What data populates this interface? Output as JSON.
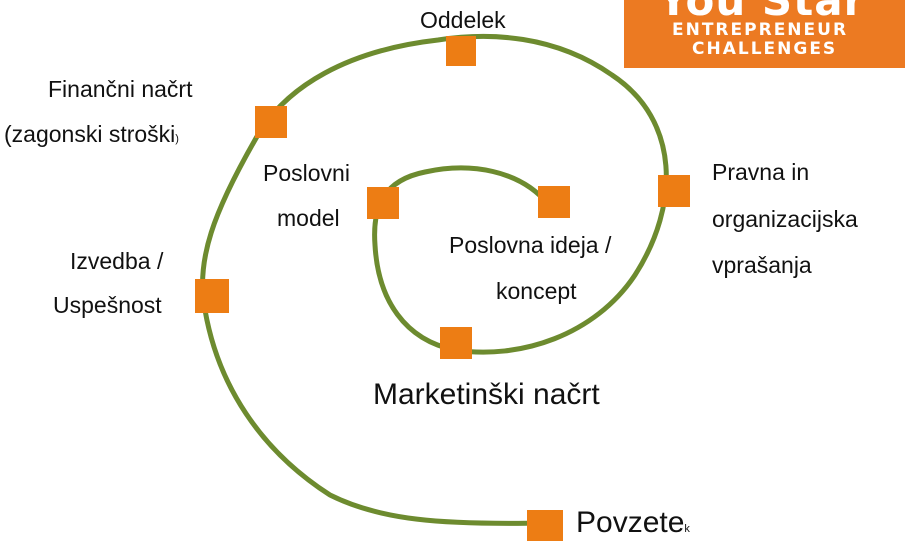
{
  "logo": {
    "top": "You Star",
    "line1": "ENTREPRENEUR",
    "line2": "CHALLENGES"
  },
  "labels": {
    "oddelek": "Oddelek",
    "financni_line1": "Finančni načrt",
    "financni_line2": "(zagonski stroški",
    "financni_suffix": ")",
    "pravna_line1": "Pravna in",
    "pravna_line2": "organizacijska",
    "pravna_line3": "vprašanja",
    "poslovni_model_line1": "Poslovni",
    "poslovni_model_line2": "model",
    "ideja_line1": "Poslovna ideja /",
    "ideja_line2": "koncept",
    "izvedba_line1": "Izvedba /",
    "izvedba_line2": "Uspešnost",
    "marketing": "Marketinški načrt",
    "povzetek_main": "Povzete",
    "povzetek_suffix": "k"
  },
  "colors": {
    "spiral": "#6d8b2f",
    "marker": "#ed7d14",
    "logo_bg": "#ec7a22"
  }
}
